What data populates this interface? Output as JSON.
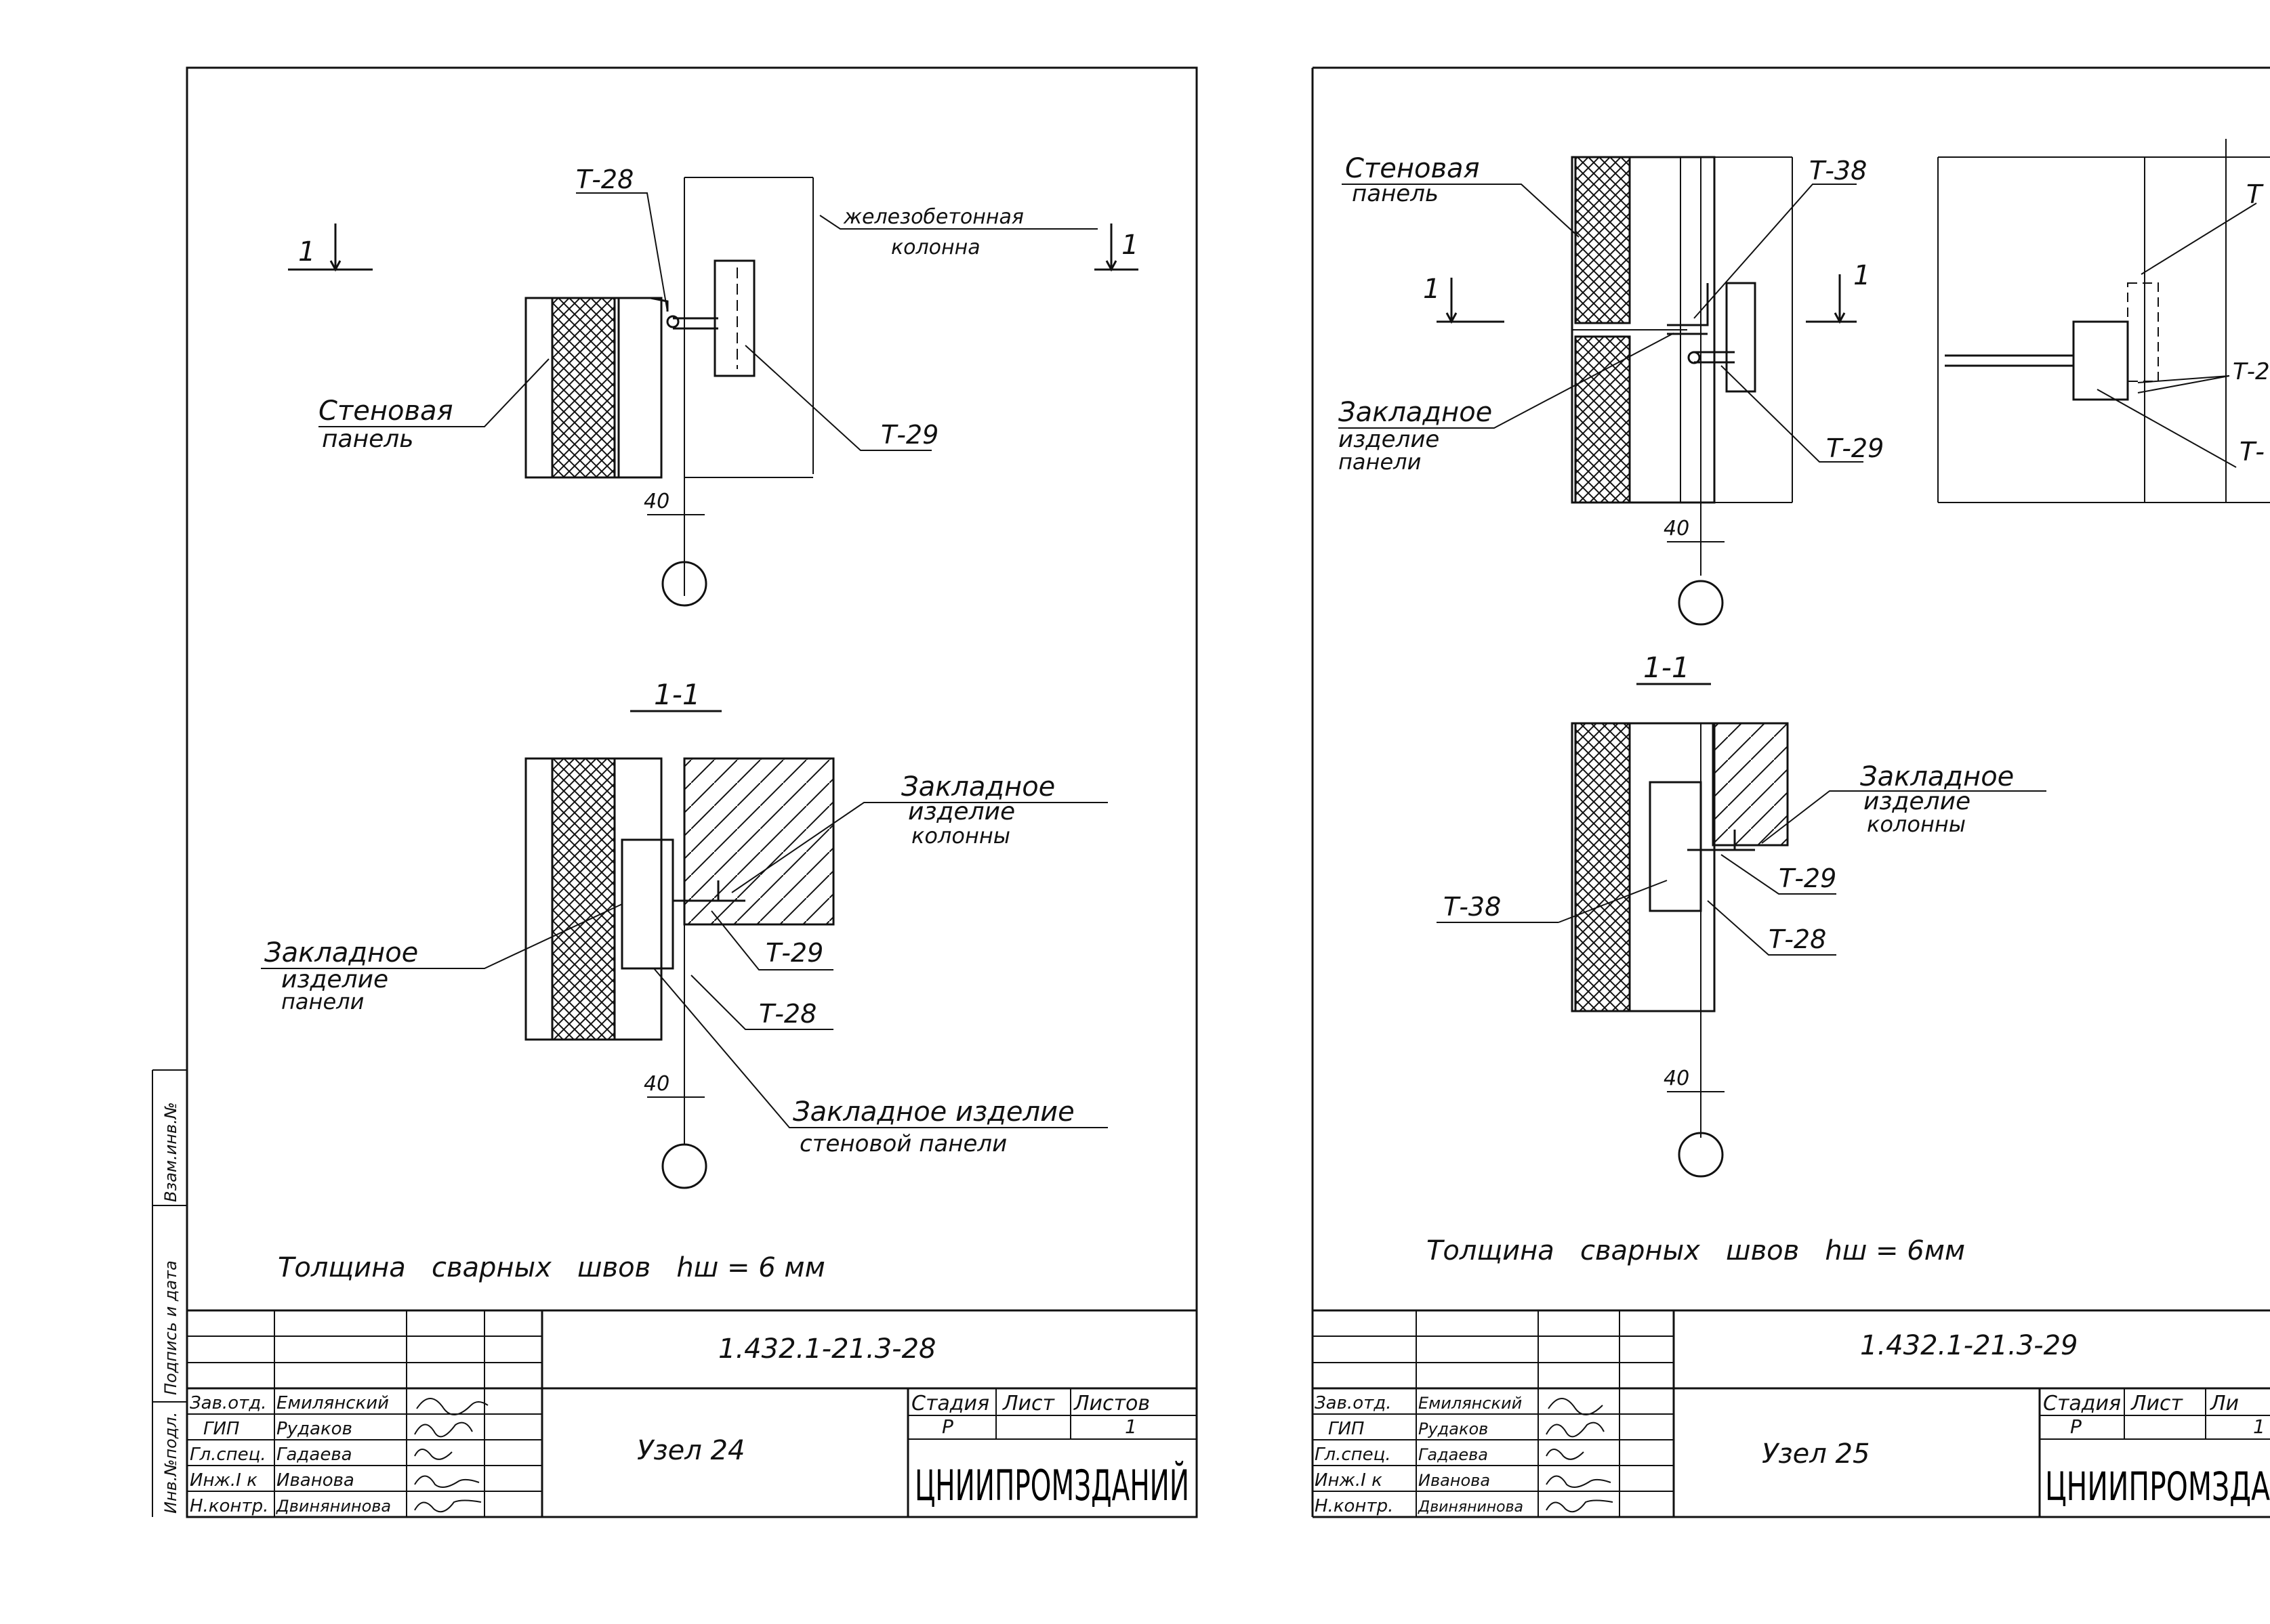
{
  "sheets": [
    {
      "id": "left",
      "labels": {
        "section_mark_left": "1",
        "section_mark_right": "1",
        "t28_top": "Т-28",
        "column_line1": "железобетонная",
        "column_line2": "колонна",
        "panel_line1": "Стеновая",
        "panel_line2": "панель",
        "t29_top": "Т-29",
        "dim_top": "40",
        "section_title": "1-1",
        "emb_col_line1": "Закладное",
        "emb_col_line2": "изделие",
        "emb_col_line3": "колонны",
        "emb_panel_line1": "Закладное",
        "emb_panel_line2": "изделие",
        "emb_panel_line3": "панели",
        "t29_bottom": "Т-29",
        "t28_bottom": "Т-28",
        "dim_bottom": "40",
        "emb_wall_line1": "Закладное изделие",
        "emb_wall_line2": "стеновой панели",
        "weld_note": "Толщина   сварных   швов   hш = 6 мм"
      },
      "title_block": {
        "doc_code": "1.432.1-21.3-28",
        "node": "Узел  24",
        "stage_header": "Стадия",
        "sheet_header": "Лист",
        "sheets_header": "Листов",
        "stage_value": "Р",
        "sheet_value": "1",
        "org": "ЦНИИПРОМЗДАНИЙ",
        "roles": [
          "Зав.отд.",
          "ГИП",
          "Гл.спец.",
          "Инж.I к",
          "Н.контр."
        ],
        "names": [
          "Емилянский",
          "Рудаков",
          "Гадаева",
          "Иванова",
          "Двинянинова"
        ]
      },
      "side_stamp": {
        "cell1": "Инв.№подл.",
        "cell2": "Подпись и дата",
        "cell3": "Взам.инв.№"
      }
    },
    {
      "id": "right",
      "labels": {
        "panel_line1": "Стеновая",
        "panel_line2": "панель",
        "t38_top": "Т-38",
        "section_mark_left": "1",
        "section_mark_right": "1",
        "emb_panel_line1": "Закладное",
        "emb_panel_line2": "изделие",
        "emb_panel_line3": "панели",
        "t29_top": "Т-29",
        "dim_top": "40",
        "section_title": "1-1",
        "emb_col_line1": "Закладное",
        "emb_col_line2": "изделие",
        "emb_col_line3": "колонны",
        "t38_bottom": "Т-38",
        "t29_bottom": "Т-29",
        "t28_bottom": "Т-28",
        "dim_bottom": "40",
        "side_t_top": "Т",
        "side_t_mid": "Т-2",
        "side_t_bottom": "Т-",
        "weld_note": "Толщина   сварных   швов   hш = 6мм"
      },
      "title_block": {
        "doc_code": "1.432.1-21.3-29",
        "node": "Узел  25",
        "stage_header": "Стадия",
        "sheet_header": "Лист",
        "sheets_header": "Ли",
        "stage_value": "Р",
        "sheet_value": "1",
        "org": "ЦНИИПРОМЗДА",
        "roles": [
          "Зав.отд.",
          "ГИП",
          "Гл.спец.",
          "Инж.I к",
          "Н.контр."
        ],
        "names": [
          "Емилянский",
          "Рудаков",
          "Гадаева",
          "Иванова",
          "Двинянинова"
        ]
      }
    }
  ]
}
